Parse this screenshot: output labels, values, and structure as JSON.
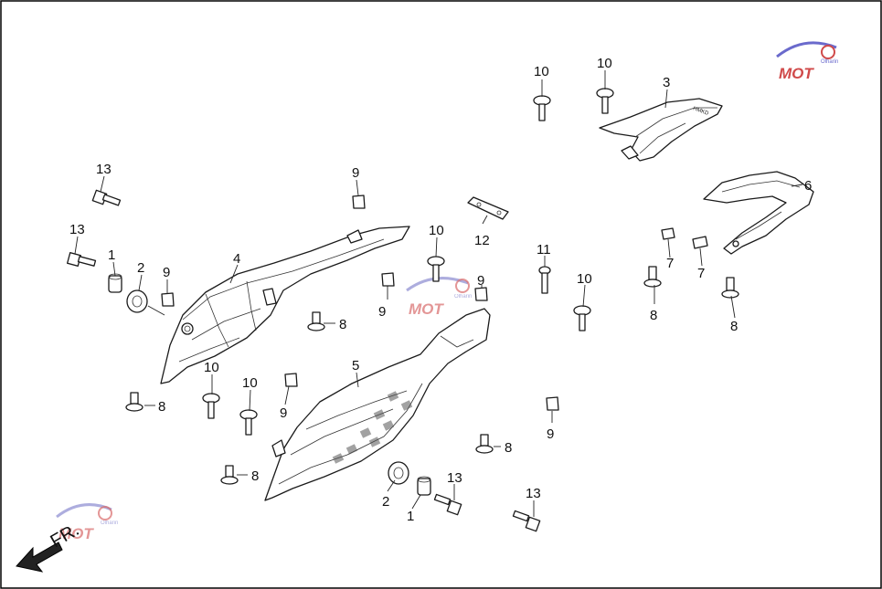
{
  "direction_label": "FR.",
  "brand": {
    "logo_text": "MOT",
    "logo_subtext": "Olharin",
    "accent_color": "#d04a4a",
    "swoosh_color": "#6a6acc"
  },
  "part_stamp": "HMKD",
  "callouts": {
    "c1a": "1",
    "c1b": "1",
    "c2a": "2",
    "c2b": "2",
    "c3": "3",
    "c4": "4",
    "c5": "5",
    "c6": "6",
    "c7a": "7",
    "c7b": "7",
    "c8a": "8",
    "c8b": "8",
    "c8c": "8",
    "c8d": "8",
    "c8e": "8",
    "c8f": "8",
    "c9a": "9",
    "c9b": "9",
    "c9c": "9",
    "c9d": "9",
    "c9e": "9",
    "c9f": "9",
    "c10a": "10",
    "c10b": "10",
    "c10c": "10",
    "c10d": "10",
    "c10e": "10",
    "c10f": "10",
    "c11": "11",
    "c12": "12",
    "c13a": "13",
    "c13b": "13",
    "c13c": "13",
    "c13d": "13"
  }
}
